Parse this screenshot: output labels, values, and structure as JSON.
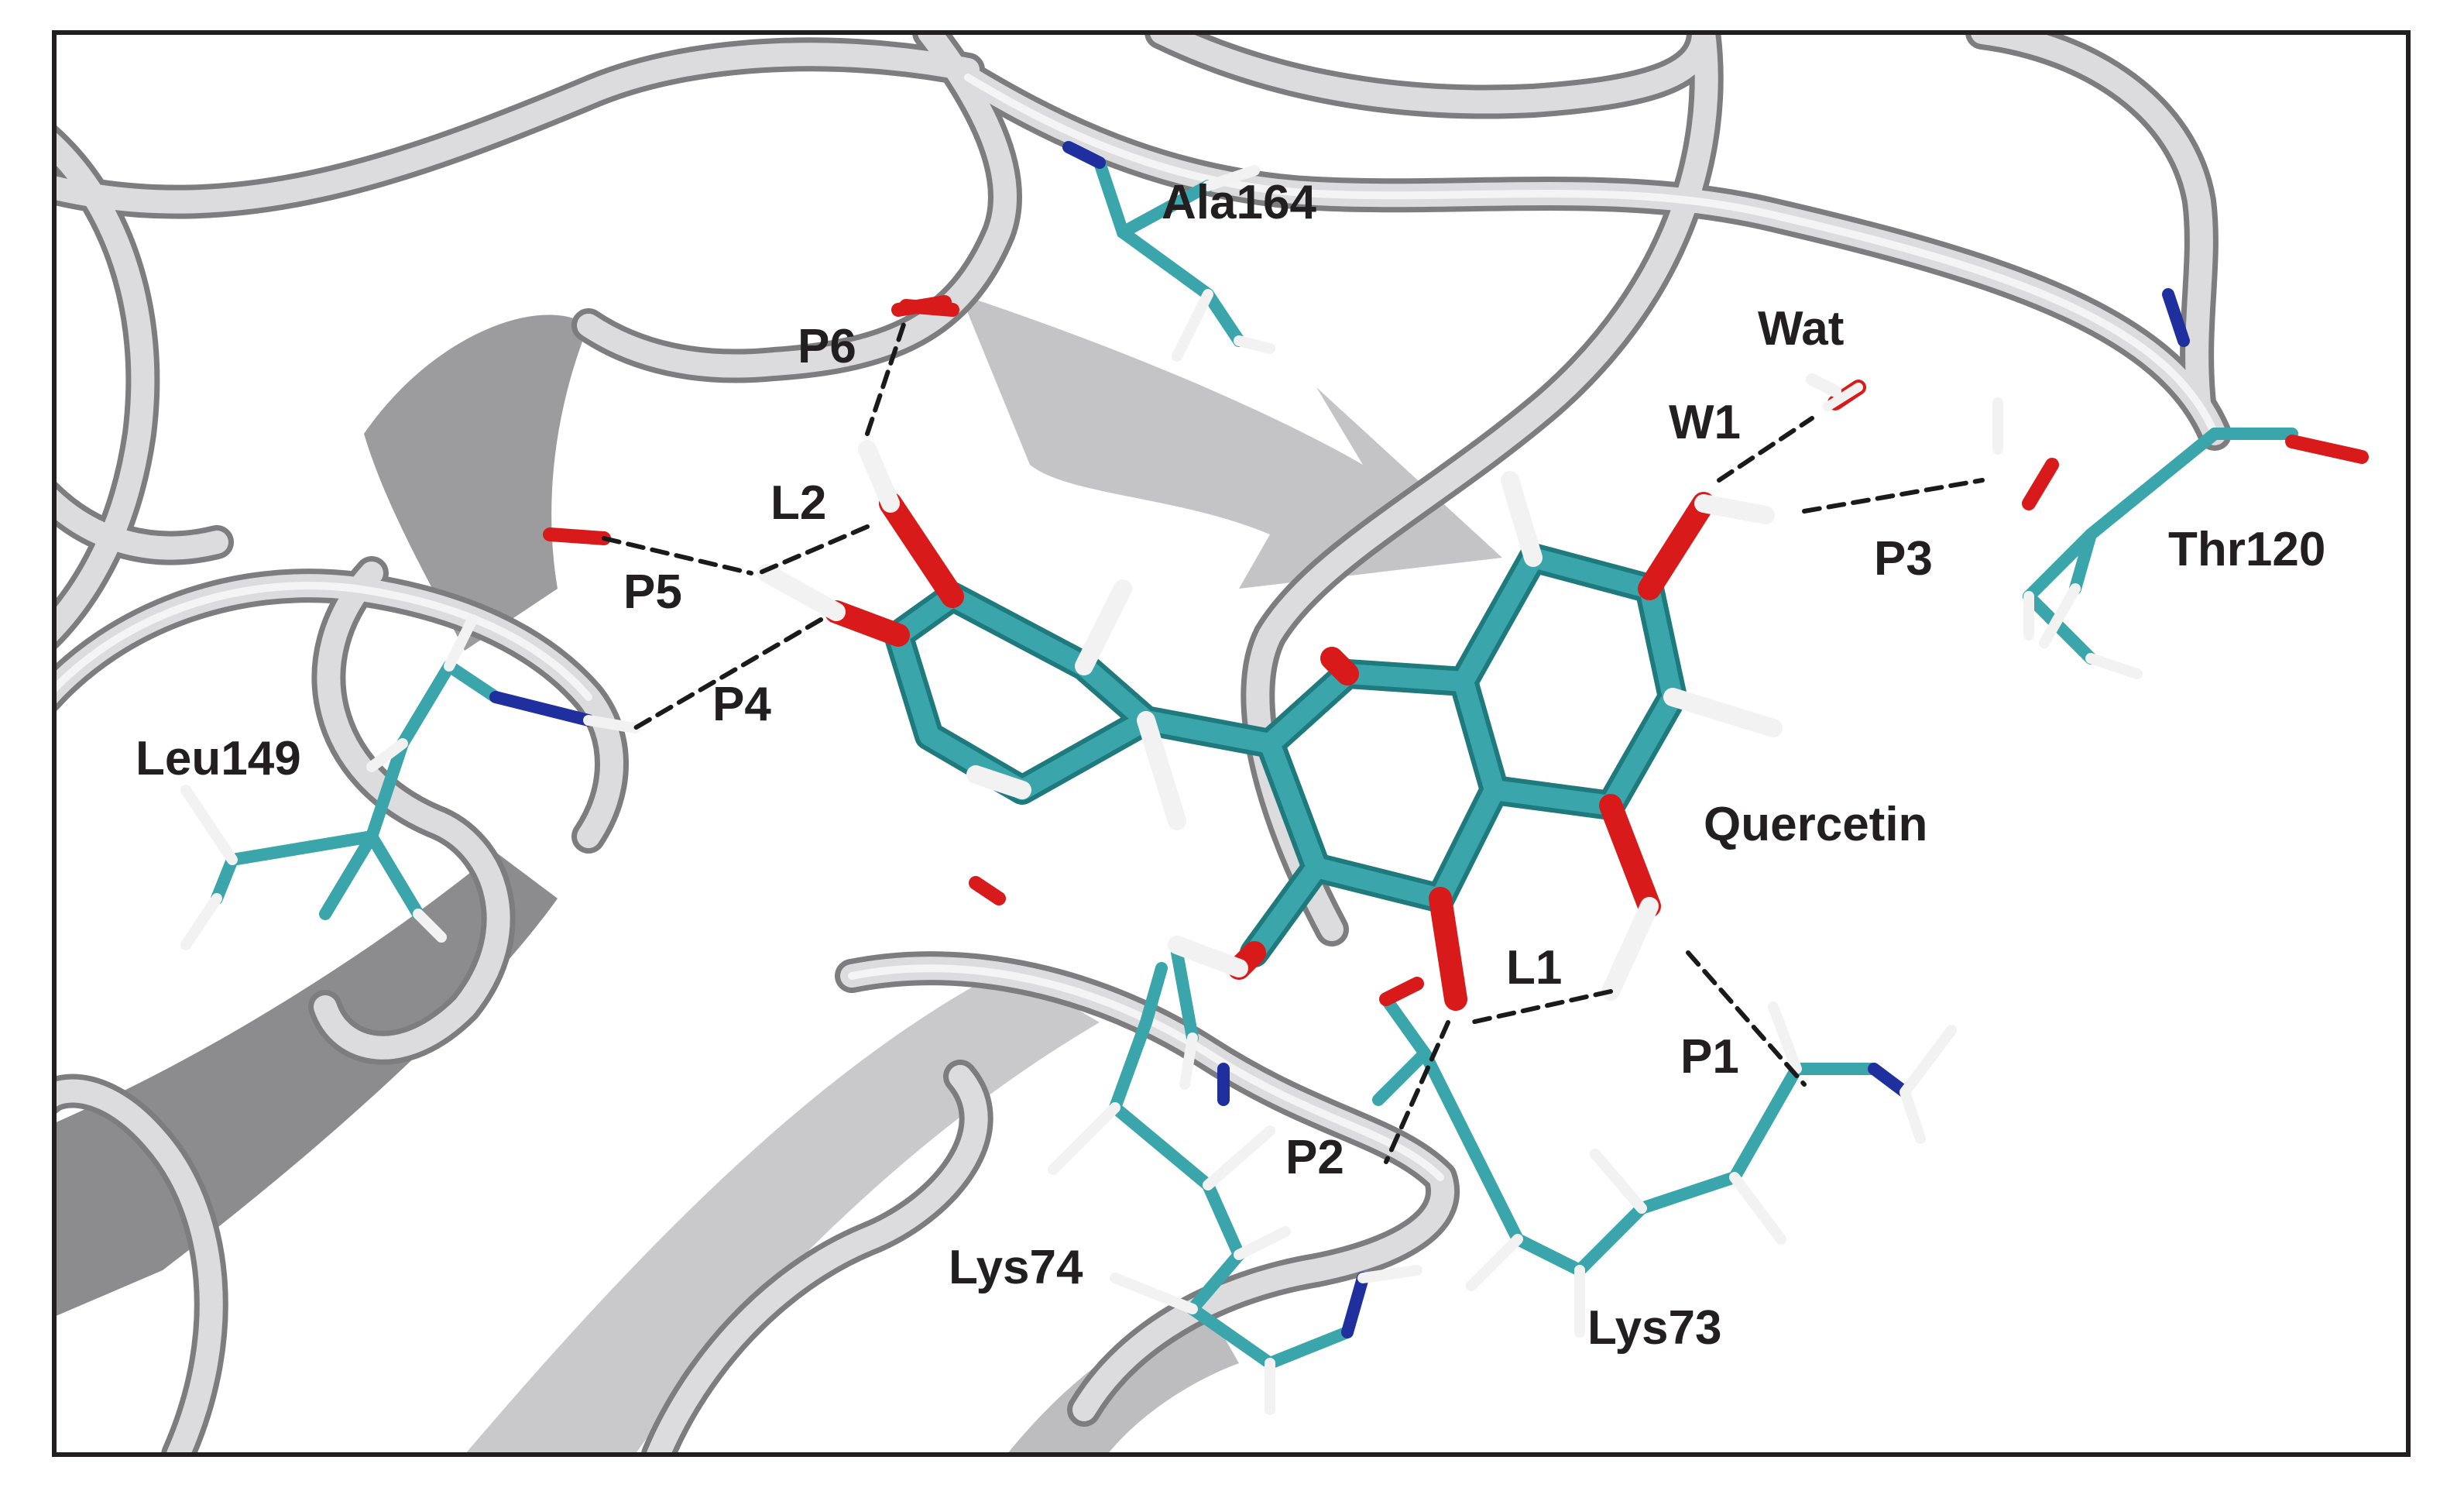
{
  "colors": {
    "background": "#ffffff",
    "frame": "#231f20",
    "ribbon": "#d4d4d6",
    "ribbon_shadow": "#8c8c8e",
    "carbon_teal": "#3aa5aa",
    "oxygen_red": "#d91a1a",
    "nitrogen_blue": "#1f2f9e",
    "hydrogen_white": "#f2f2f2",
    "hbond_dash": "#1a1a1a",
    "label_text": "#231f20"
  },
  "residues": {
    "ala164": "Ala164",
    "leu149": "Leu149",
    "lys74": "Lys74",
    "lys73": "Lys73",
    "thr120": "Thr120",
    "water": "Wat"
  },
  "ligand": {
    "name": "Quercetin"
  },
  "hbonds": {
    "p1": "P1",
    "p2": "P2",
    "p3": "P3",
    "p4": "P4",
    "p5": "P5",
    "p6": "P6",
    "l1": "L1",
    "l2": "L2",
    "w1": "W1"
  },
  "icons": {
    "protein": "cartoon-ribbon",
    "ligand": "stick-model",
    "interaction": "dashed-hydrogen-bond"
  }
}
